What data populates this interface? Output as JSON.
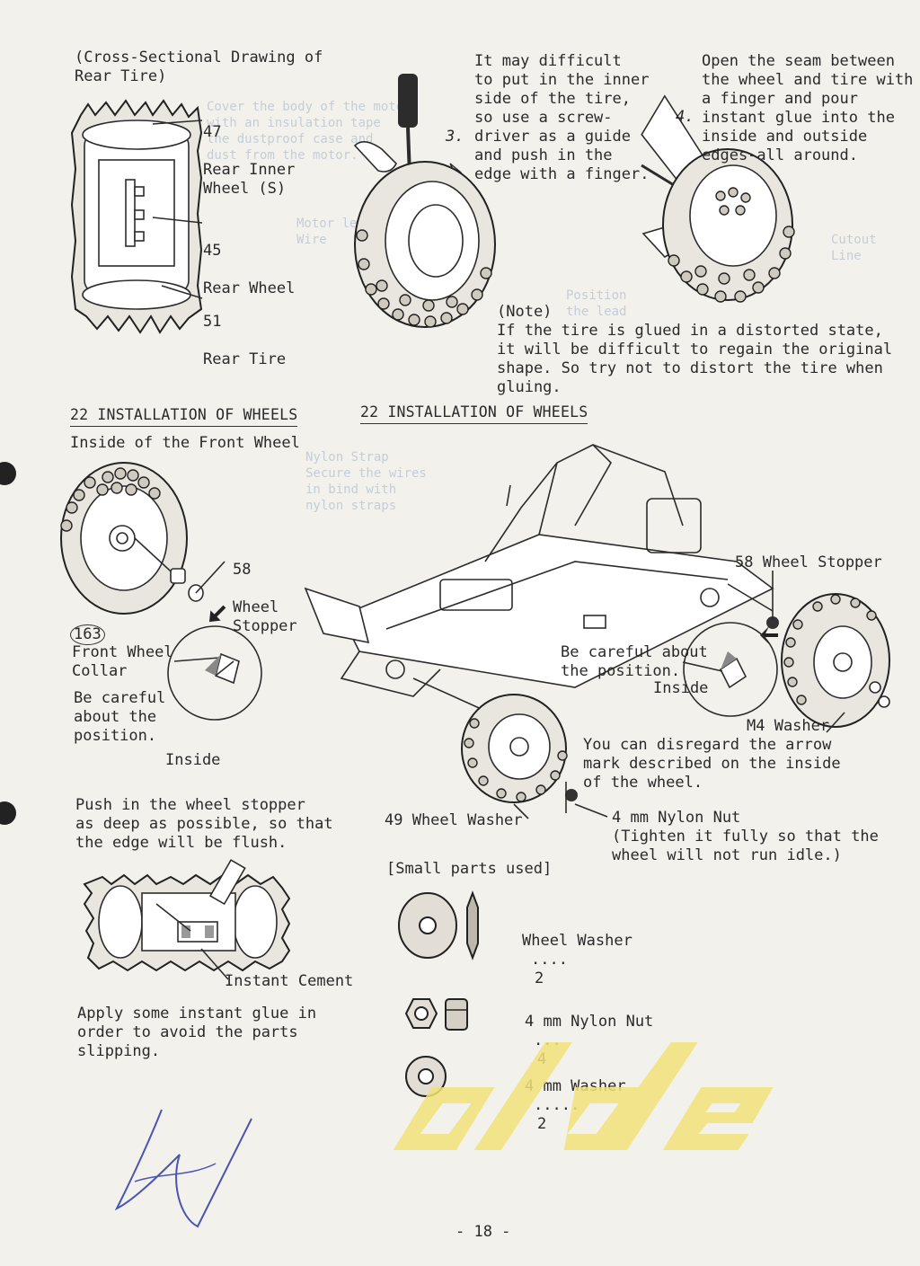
{
  "page": {
    "number": "- 18 -"
  },
  "cross_section": {
    "title": "(Cross-Sectional Drawing of\nRear Tire)",
    "parts": [
      {
        "num": "47",
        "label": "Rear Inner\nWheel (S)"
      },
      {
        "num": "45",
        "label": "Rear Wheel"
      },
      {
        "num": "51",
        "label": "Rear Tire"
      }
    ]
  },
  "steps": {
    "step3": {
      "num": "3.",
      "text": "It may difficult\nto put in the inner\nside of the tire,\nso use a screw-\ndriver as a guide\nand push in the\nedge with a finger."
    },
    "step4": {
      "num": "4.",
      "text": "Open the seam between\nthe wheel and tire with\na finger and pour\ninstant glue into the\ninside and outside\nedges-all around."
    },
    "note": "(Note)\nIf the tire is glued in a distorted state,\nit will be difficult to regain the original\nshape.  So try not to distort the tire when\ngluing."
  },
  "left_section": {
    "heading": "22 INSTALLATION OF WHEELS",
    "subheading": "Inside of the Front Wheel",
    "wheel_stopper": {
      "num": "58",
      "label": "Wheel\nStopper"
    },
    "collar": {
      "num": "163",
      "label": "Front Wheel\nCollar"
    },
    "careful": "Be careful\nabout the\nposition.",
    "inside": "Inside",
    "push": "Push in the wheel stopper\nas deep as possible, so that\nthe edge will be flush.",
    "instant_cement": "Instant Cement",
    "apply": "Apply some instant glue in\norder to avoid the parts\nslipping."
  },
  "right_section": {
    "heading": "22 INSTALLATION OF WHEELS",
    "wheel_stopper": "58 Wheel Stopper",
    "careful": "Be careful about\nthe position.",
    "inside": "Inside",
    "m4_washer": "M4 Washer",
    "disregard": "You can disregard the arrow\nmark described on the inside\nof the wheel.",
    "wheel_washer": "49 Wheel Washer",
    "nylon_nut": "4 mm Nylon Nut\n(Tighten it fully so that the\nwheel will not run idle.)"
  },
  "small_parts": {
    "title": "[Small parts used]",
    "items": [
      {
        "name": "Wheel Washer",
        "dots": "....",
        "qty": "2"
      },
      {
        "name": "4 mm Nylon Nut",
        "dots": "...",
        "qty": "4"
      },
      {
        "name": "4 mm Washer",
        "dots": ".....",
        "qty": "2"
      }
    ]
  },
  "watermark": {
    "text": "olde",
    "color": "#f1e27a"
  },
  "bleed_through": {
    "col1": "Cover the body of the motor\nwith an insulation tape\nthe dustproof case and\ndust from the motor.",
    "col2": "Motor lead\nWire",
    "col3": "Cutout\nLine",
    "col4": "Position\nthe lead",
    "col5": "Nylon Strap\nSecure the wires\nin bind with\nnylon straps"
  }
}
